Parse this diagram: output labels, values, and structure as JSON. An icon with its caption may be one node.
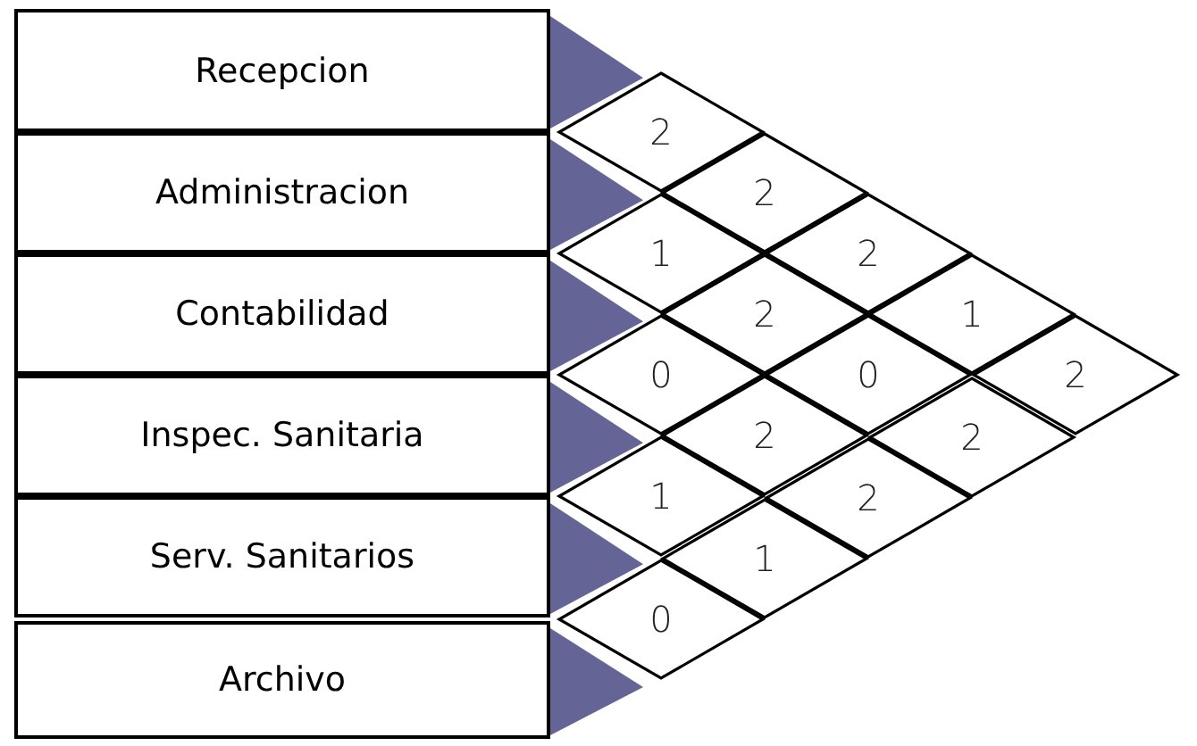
{
  "diagram": {
    "nodes": [
      {
        "text": [
          "Recepcion"
        ]
      },
      {
        "text": [
          "Administracion"
        ]
      },
      {
        "text": [
          "Contabilidad"
        ]
      },
      {
        "text": [
          "Inspec. Sanitaria"
        ]
      },
      {
        "text": [
          "Serv. Sanitarios"
        ]
      },
      {
        "text": [
          "Archivo"
        ]
      },
      {
        "text": [
          "2"
        ]
      },
      {
        "text": [
          "2"
        ]
      },
      {
        "text": [
          "1"
        ]
      },
      {
        "text": [
          "2"
        ]
      },
      {
        "text": [
          "2"
        ]
      },
      {
        "text": [
          "1"
        ]
      },
      {
        "text": [
          "0"
        ]
      },
      {
        "text": [
          "0"
        ]
      },
      {
        "text": [
          "2"
        ]
      },
      {
        "text": [
          "2"
        ]
      },
      {
        "text": [
          "2"
        ]
      },
      {
        "text": [
          "1"
        ]
      },
      {
        "text": [
          "2"
        ]
      },
      {
        "text": [
          "1"
        ]
      },
      {
        "text": [
          "0"
        ]
      }
    ]
  }
}
